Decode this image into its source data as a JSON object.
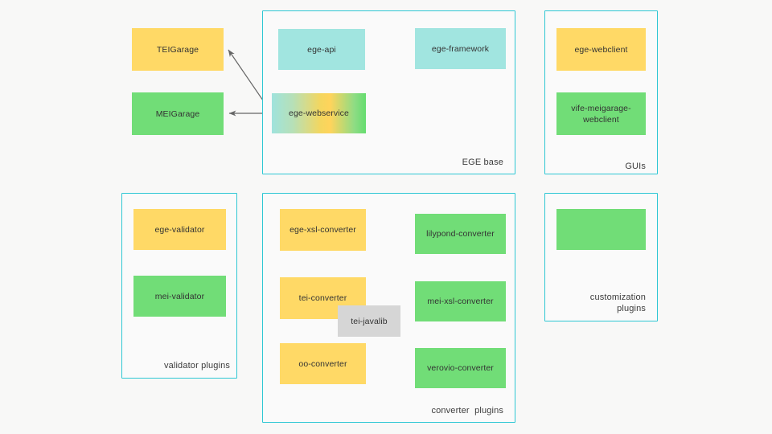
{
  "diagram": {
    "title": "EGE architecture component diagram",
    "background_color": "#f8f8f7",
    "panel_border_color": "#2ec7d4",
    "colors": {
      "yellow": "#ffd966",
      "green": "#71dd77",
      "cyan": "#a1e5e0",
      "gray": "#d6d6d6",
      "edge": "#666666"
    }
  },
  "panels": {
    "ege_base": {
      "label": "EGE base"
    },
    "guis": {
      "label": "GUIs"
    },
    "validator": {
      "label": "validator plugins"
    },
    "converter": {
      "label": "converter  plugins"
    },
    "customization": {
      "label": "customization\nplugins"
    }
  },
  "nodes": {
    "teigarage": {
      "label": "TEIGarage",
      "color": "#ffd966"
    },
    "meigarage": {
      "label": "MEIGarage",
      "color": "#71dd77"
    },
    "ege_api": {
      "label": "ege-api",
      "color": "#a1e5e0"
    },
    "ege_framework": {
      "label": "ege-framework",
      "color": "#a1e5e0"
    },
    "ege_webservice": {
      "label": "ege-webservice",
      "color": "gradient"
    },
    "ege_webclient": {
      "label": "ege-webclient",
      "color": "#ffd966"
    },
    "vife_meigarage_webclient": {
      "label": "vife-meigarage-\nwebclient",
      "color": "#71dd77"
    },
    "ege_validator": {
      "label": "ege-validator",
      "color": "#ffd966"
    },
    "mei_validator": {
      "label": "mei-validator",
      "color": "#71dd77"
    },
    "ege_xsl_converter": {
      "label": "ege-xsl-converter",
      "color": "#ffd966"
    },
    "tei_converter": {
      "label": "tei-converter",
      "color": "#ffd966"
    },
    "oo_converter": {
      "label": "oo-converter",
      "color": "#ffd966"
    },
    "tei_javalib": {
      "label": "tei-javalib",
      "color": "#d6d6d6"
    },
    "lilypond_converter": {
      "label": "lilypond-converter",
      "color": "#71dd77"
    },
    "mei_xsl_converter": {
      "label": "mei-xsl-converter",
      "color": "#71dd77"
    },
    "verovio_converter": {
      "label": "verovio-converter",
      "color": "#71dd77"
    }
  },
  "edges": [
    {
      "from": "ege-webservice",
      "to": "TEIGarage"
    },
    {
      "from": "ege-webservice",
      "to": "MEIGarage"
    }
  ]
}
